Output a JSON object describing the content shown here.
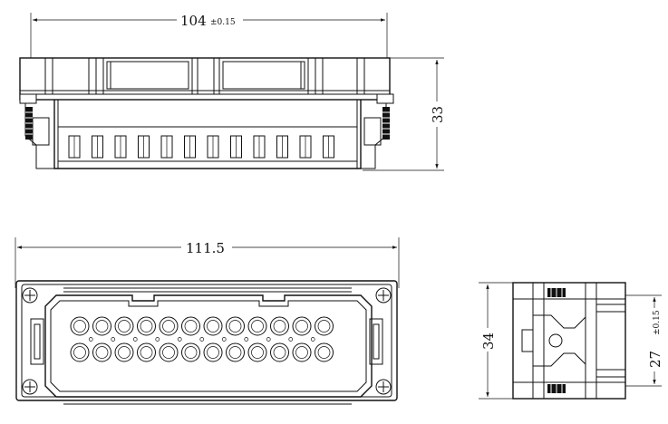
{
  "dimensions": {
    "top_width": {
      "value": "104",
      "tolerance": "±0.15"
    },
    "top_height": {
      "value": "33"
    },
    "front_width": {
      "value": "111.5"
    },
    "side_height": {
      "value": "34"
    },
    "side_inner": {
      "value": "27",
      "tolerance": "±0.15"
    }
  },
  "colors": {
    "line": "#111111",
    "background": "#ffffff"
  }
}
